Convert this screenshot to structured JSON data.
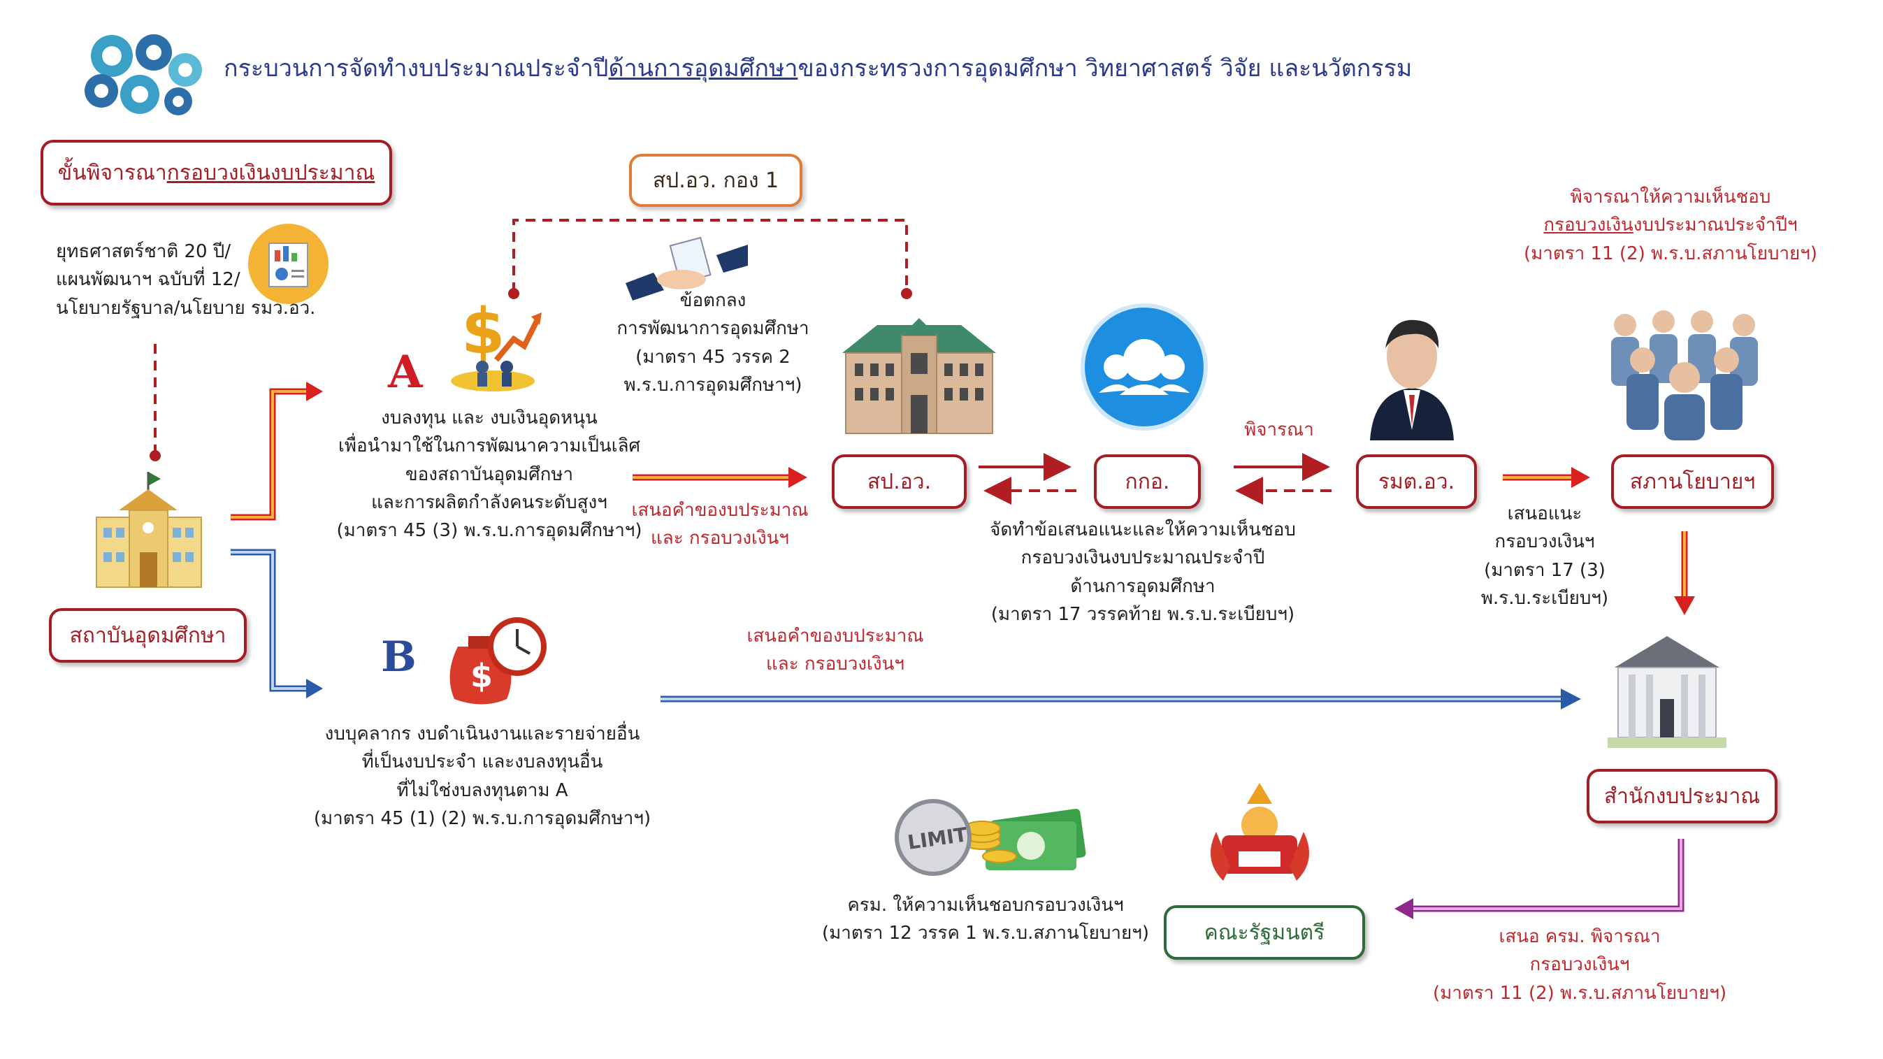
{
  "title": {
    "part1": "กระบวนการจัดทำงบประมาณประจำปี",
    "part2": "ด้านการอุดมศึกษา",
    "part3": "ของกระทรวงการอุดมศึกษา วิทยาศาสตร์ วิจัย และนวัตกรรม"
  },
  "stage_box": {
    "prefix": "ขั้นพิจารณา",
    "underlined": "กรอบวงเงินงบประมาณ"
  },
  "top_office_box": "สป.อว. กอง 1",
  "strategy_text": [
    "ยุทธศาสตร์ชาติ 20 ปี/",
    "แผนพัฒนาฯ ฉบับที่ 12/",
    "นโยบายรัฐบาล/นโยบาย รมว.อว."
  ],
  "institution_label": "สถาบันอุดมศึกษา",
  "a_letter": "A",
  "b_letter": "B",
  "a_text": [
    "งบลงทุน และ งบเงินอุดหนุน",
    "เพื่อนำมาใช้ในการพัฒนาความเป็นเลิศ",
    "ของสถาบันอุดมศึกษา",
    "และการผลิตกำลังคนระดับสูงฯ",
    "(มาตรา 45 (3) พ.ร.บ.การอุดมศึกษาฯ)"
  ],
  "agreement_text": [
    "ข้อตกลง",
    "การพัฒนาการอุดมศึกษา",
    "(มาตรา 45 วรรค 2",
    "พ.ร.บ.การอุดมศึกษาฯ)"
  ],
  "propose_text_a": [
    "เสนอคำของบประมาณ",
    "และ กรอบวงเงินฯ"
  ],
  "propose_text_b": [
    "เสนอคำของบประมาณ",
    "และ กรอบวงเงินฯ"
  ],
  "b_text": [
    "งบบุคลากร งบดำเนินงานและรายจ่ายอื่น",
    "ที่เป็นงบประจำ และงบลงทุนอื่น",
    "ที่ไม่ใช่งบลงทุนตาม A",
    "(มาตรา 45 (1) (2) พ.ร.บ.การอุดมศึกษาฯ)"
  ],
  "nodes": {
    "sp_aw": "สป.อว.",
    "kko": "กกอ.",
    "rmt": "รมต.อว.",
    "council": "สภานโยบายฯ",
    "budget_bureau": "สำนักงบประมาณ",
    "cabinet": "คณะรัฐมนตรี"
  },
  "consider_label": "พิจารณา",
  "kko_text": [
    "จัดทำข้อเสนอแนะและให้ความเห็นชอบ",
    "กรอบวงเงินงบประมาณประจำปี",
    "ด้านการอุดมศึกษา",
    "(มาตรา 17 วรรคท้าย พ.ร.บ.ระเบียบฯ)"
  ],
  "recommend_text": [
    "เสนอแนะ",
    "กรอบวงเงินฯ",
    "(มาตรา 17 (3)",
    "พ.ร.บ.ระเบียบฯ)"
  ],
  "council_top": {
    "line1": "พิจารณาให้ความเห็นชอบ",
    "line2_underlined": "กรอบวงเงิน",
    "line2_rest": "งบประมาณประจำปีฯ",
    "line3": "(มาตรา 11 (2) พ.ร.บ.สภานโยบายฯ)"
  },
  "cabinet_approve_text": [
    "ครม. ให้ความเห็นชอบกรอบวงเงินฯ",
    "(มาตรา 12 วรรค 1 พ.ร.บ.สภานโยบายฯ)"
  ],
  "propose_cabinet_text": [
    "เสนอ ครม. พิจารณา",
    "กรอบวงเงินฯ",
    "(มาตรา 11 (2) พ.ร.บ.สภานโยบายฯ)"
  ],
  "limit_coin_text": "LIMIT",
  "money_bag_symbol": "$",
  "colors": {
    "title_blue": "#2b3a8c",
    "dark_red": "#a51d24",
    "red_text": "#c0272d",
    "orange_arrow": "#f28a1e",
    "blue_arrow": "#3a6db5",
    "magenta_arrow": "#b23fb0",
    "green_border": "#2e6b3a"
  },
  "icons": [
    "gears-icon",
    "report-icon",
    "money-growth-icon",
    "handshake-icon",
    "ministry-building-icon",
    "group-icon",
    "minister-icon",
    "council-people-icon",
    "budget-building-icon",
    "money-bag-clock-icon",
    "limit-money-icon",
    "government-emblem-icon",
    "university-icon"
  ]
}
